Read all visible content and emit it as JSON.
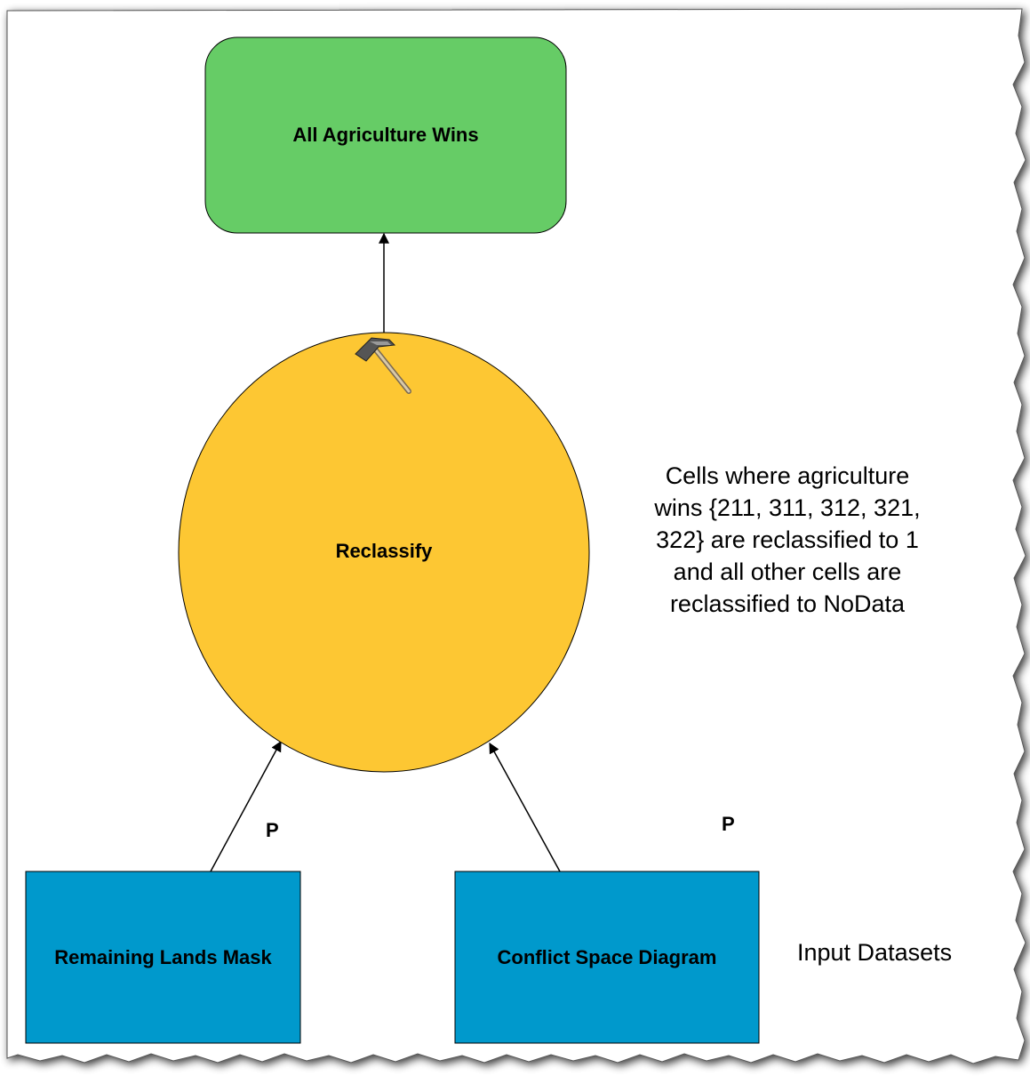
{
  "diagram": {
    "colors": {
      "output": "#66cc66",
      "tool": "#fdc733",
      "input": "#0099cc",
      "border": "#000000"
    },
    "nodes": {
      "output": {
        "label": "All Agriculture Wins"
      },
      "tool": {
        "label": "Reclassify",
        "icon": "hammer-icon"
      },
      "input_1": {
        "label": "Remaining Lands Mask"
      },
      "input_2": {
        "label": "Conflict Space Diagram"
      }
    },
    "params": {
      "p1": "P",
      "p2": "P"
    },
    "note": "Cells where agriculture\nwins {211, 311, 312, 321,\n322} are reclassified to 1\nand all other cells are\nreclassified to NoData",
    "legend": "Input Datasets"
  }
}
